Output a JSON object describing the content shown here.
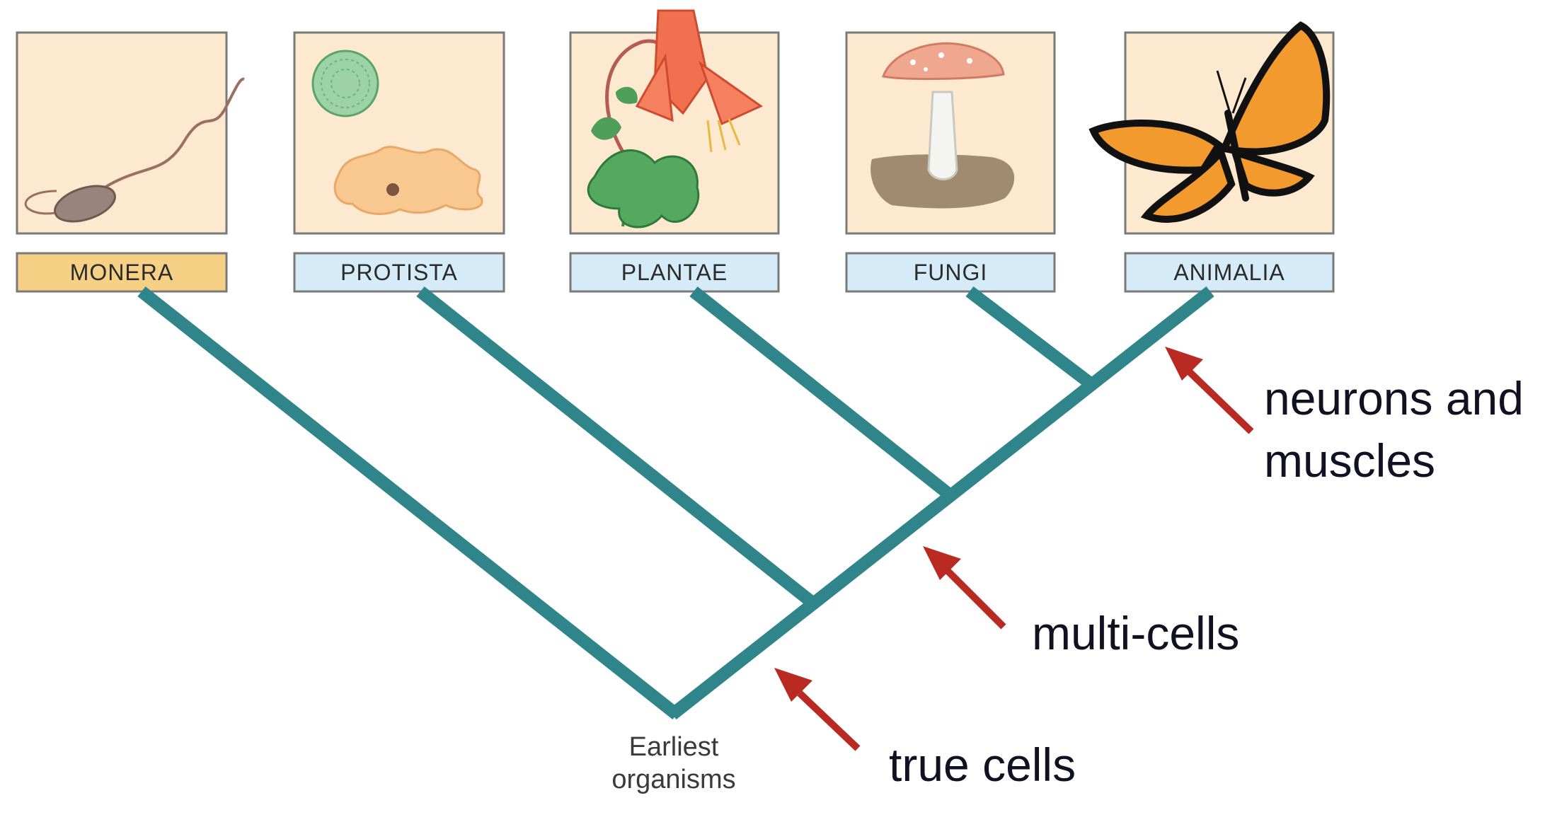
{
  "colors": {
    "panel": "#fde9cf",
    "panel_border": "#7a7a7a",
    "label_monera": "#f6d185",
    "label_other": "#d5ecf8",
    "branch": "#2f8589",
    "arrow": "#b92a22",
    "annotation_text": "#111122"
  },
  "kingdoms": [
    {
      "name": "MONERA",
      "icon": "bacterium-icon"
    },
    {
      "name": "PROTISTA",
      "icon": "protist-icon"
    },
    {
      "name": "PLANTAE",
      "icon": "plant-flower-icon"
    },
    {
      "name": "FUNGI",
      "icon": "mushroom-icon"
    },
    {
      "name": "ANIMALIA",
      "icon": "butterfly-icon"
    }
  ],
  "root_label": [
    "Earliest",
    "organisms"
  ],
  "annotations": [
    {
      "lines": [
        "neurons and",
        "muscles"
      ]
    },
    {
      "lines": [
        "multi-cells"
      ]
    },
    {
      "lines": [
        "true cells"
      ]
    }
  ]
}
